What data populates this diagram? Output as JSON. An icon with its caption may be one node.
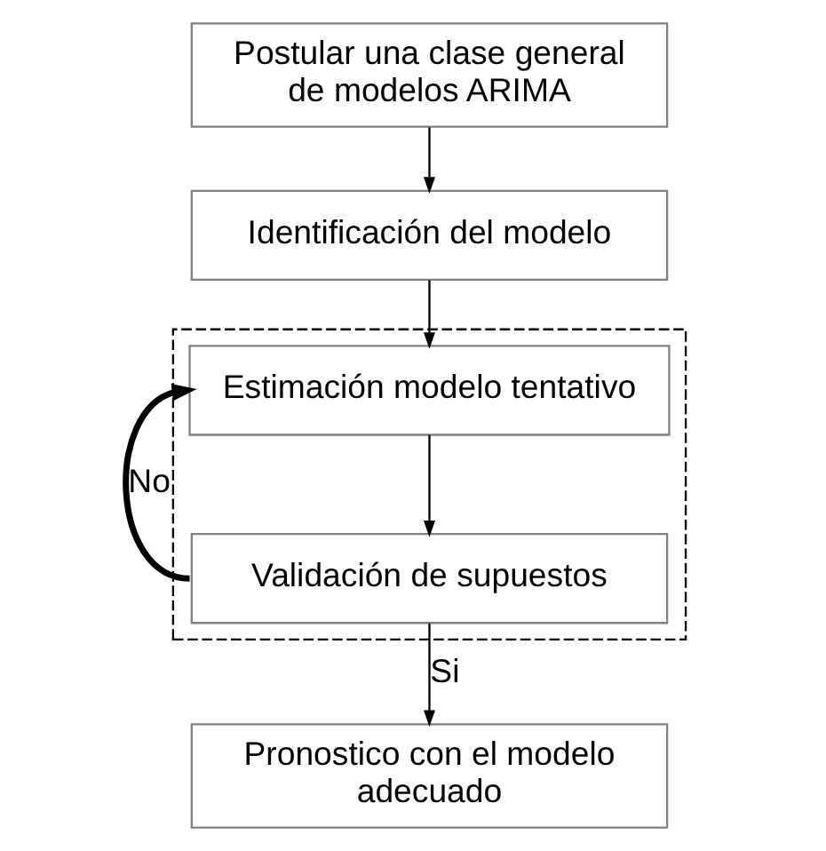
{
  "diagram": {
    "nodes": [
      {
        "text": [
          "Postular una clase general de modelos ARIMA"
        ]
      },
      {
        "text": [
          "Identificación del modelo"
        ]
      },
      {
        "text": [],
        "shape": "box"
      },
      {
        "text": [
          "Estimación modelo tentativo"
        ],
        "in": 2
      },
      {
        "text": [
          "Validación de supuestos"
        ],
        "in": 2
      },
      {
        "text": [
          "Pronostico con el modelo adecuado"
        ]
      }
    ],
    "edges": [
      {
        "from": 0,
        "to": 1,
        "arrow": "to"
      },
      {
        "from": 1,
        "to": 3,
        "arrow": "to"
      },
      {
        "from": 3,
        "to": 4,
        "arrow": "to"
      },
      {
        "from": 4,
        "to": 3,
        "arrow": "to",
        "label": "No",
        "style": "thick"
      },
      {
        "from": 4,
        "to": 5,
        "arrow": "to",
        "label": "Si"
      }
    ]
  }
}
